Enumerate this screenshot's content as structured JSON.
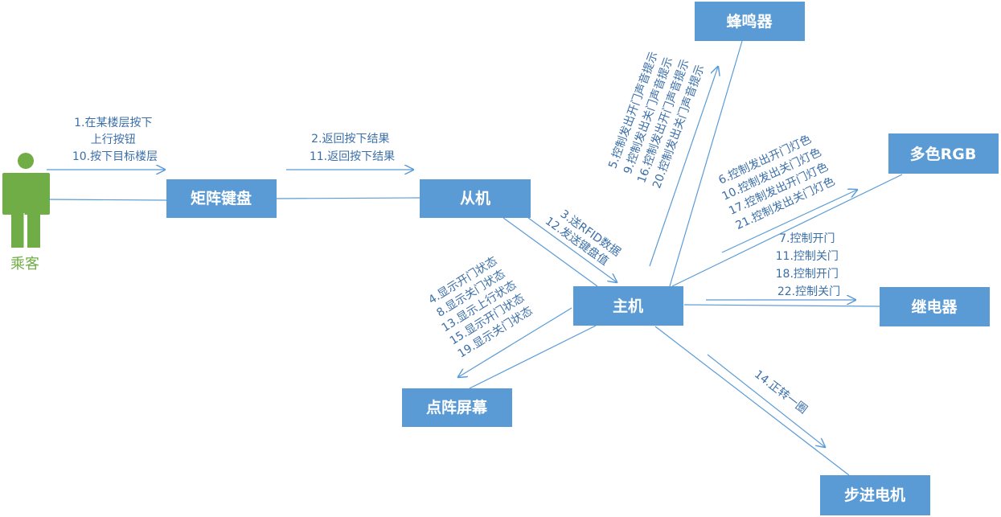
{
  "actor": {
    "label": "乘客"
  },
  "nodes": {
    "keypad": "矩阵键盘",
    "slave": "从机",
    "host": "主机",
    "buzzer": "蜂鸣器",
    "rgb": "多色RGB",
    "relay": "继电器",
    "lcd": "点阵屏幕",
    "stepper": "步进电机"
  },
  "messages": {
    "actor_keypad": [
      "1.在某楼层按下",
      "上行按钮",
      "10.按下目标楼层"
    ],
    "keypad_slave": [
      "2.返回按下结果",
      "11.返回按下结果"
    ],
    "slave_host": [
      "3.送RFID数据",
      "12.发送键盘值"
    ],
    "host_buzzer": [
      "5.控制发出开门声音提示",
      "9.控制发出关门声音提示",
      "16.控制发出开门声音提示",
      "20.控制发出关门声音提示"
    ],
    "host_rgb": [
      "6.控制发出开门灯色",
      "10.控制发出关门灯色",
      "17.控制发出开门灯色",
      "21.控制发出关门灯色"
    ],
    "host_relay": [
      "7.控制开门",
      "11.控制关门",
      "18.控制开门",
      "22.控制关门"
    ],
    "host_lcd": [
      "4.显示开门状态",
      "8.显示关门状态",
      "13.显示上行状态",
      "15.显示开门状态",
      "19.显示关门状态"
    ],
    "host_stepper": [
      "14.正转一圈"
    ]
  },
  "colors": {
    "box": "#5b9bd5",
    "actor": "#70ad47",
    "text": "#3b6fa8",
    "box_text": "#ffffff"
  }
}
